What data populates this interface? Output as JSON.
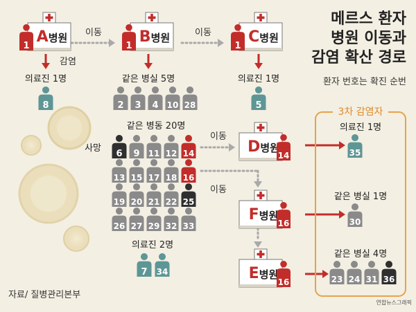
{
  "title": [
    "메르스 환자",
    "병원 이동과",
    "감염 확산 경로"
  ],
  "note": "환자 번호는 확진 순번",
  "source": "자료/ 질병관리본부",
  "credit": "연합뉴스그래픽",
  "move_label": "이동",
  "infect_label": "감염",
  "third_box_title": "3차 감염자",
  "death_label": "사망",
  "hospitals": {
    "A": {
      "letter": "A",
      "word": "병원",
      "patient": "1"
    },
    "B": {
      "letter": "B",
      "word": "병원",
      "patient": "1"
    },
    "C": {
      "letter": "C",
      "word": "병원",
      "patient": "1"
    },
    "D": {
      "letter": "D",
      "word": "병원",
      "patient": "14"
    },
    "F": {
      "letter": "F",
      "word": "병원",
      "patient": "16"
    },
    "E": {
      "letter": "E",
      "word": "병원",
      "patient": "16"
    }
  },
  "groups": {
    "a_medical": {
      "label": "의료진 1명",
      "patients": [
        {
          "n": "8",
          "kind": "teal"
        }
      ]
    },
    "b_room": {
      "label": "같은 병실 5명",
      "patients": [
        {
          "n": "2",
          "kind": "gray"
        },
        {
          "n": "3",
          "kind": "gray"
        },
        {
          "n": "4",
          "kind": "gray"
        },
        {
          "n": "10",
          "kind": "gray"
        },
        {
          "n": "28",
          "kind": "gray"
        }
      ]
    },
    "c_medical": {
      "label": "의료진 1명",
      "patients": [
        {
          "n": "5",
          "kind": "teal"
        }
      ]
    },
    "b_ward": {
      "label": "같은 병동 20명",
      "rows": [
        [
          {
            "n": "6",
            "kind": "dark"
          },
          {
            "n": "9",
            "kind": "gray"
          },
          {
            "n": "11",
            "kind": "gray"
          },
          {
            "n": "12",
            "kind": "gray"
          },
          {
            "n": "14",
            "kind": "red"
          }
        ],
        [
          {
            "n": "13",
            "kind": "gray"
          },
          {
            "n": "15",
            "kind": "gray"
          },
          {
            "n": "17",
            "kind": "gray"
          },
          {
            "n": "18",
            "kind": "gray"
          },
          {
            "n": "16",
            "kind": "red"
          }
        ],
        [
          {
            "n": "19",
            "kind": "gray"
          },
          {
            "n": "20",
            "kind": "gray"
          },
          {
            "n": "21",
            "kind": "gray"
          },
          {
            "n": "22",
            "kind": "gray"
          },
          {
            "n": "25",
            "kind": "dark"
          }
        ],
        [
          {
            "n": "26",
            "kind": "gray"
          },
          {
            "n": "27",
            "kind": "gray"
          },
          {
            "n": "29",
            "kind": "gray"
          },
          {
            "n": "32",
            "kind": "gray"
          },
          {
            "n": "33",
            "kind": "gray"
          }
        ]
      ]
    },
    "b_medical": {
      "label": "의료진 2명",
      "patients": [
        {
          "n": "7",
          "kind": "teal"
        },
        {
          "n": "34",
          "kind": "teal"
        }
      ]
    },
    "d_medical": {
      "label": "의료진 1명",
      "patients": [
        {
          "n": "35",
          "kind": "teal"
        }
      ]
    },
    "f_room": {
      "label": "같은 병실 1명",
      "patients": [
        {
          "n": "30",
          "kind": "gray"
        }
      ]
    },
    "e_room": {
      "label": "같은 병실 4명",
      "patients": [
        {
          "n": "23",
          "kind": "gray"
        },
        {
          "n": "24",
          "kind": "gray"
        },
        {
          "n": "31",
          "kind": "gray"
        },
        {
          "n": "36",
          "kind": "dark"
        }
      ]
    }
  },
  "colors": {
    "red": "#c22d2a",
    "teal": "#5e9696",
    "gray": "#8a8a8a",
    "dark": "#2f2f2f",
    "orange_border": "#e7a24a",
    "orange_text": "#e08a2c",
    "dots": "#a9a9a9"
  }
}
